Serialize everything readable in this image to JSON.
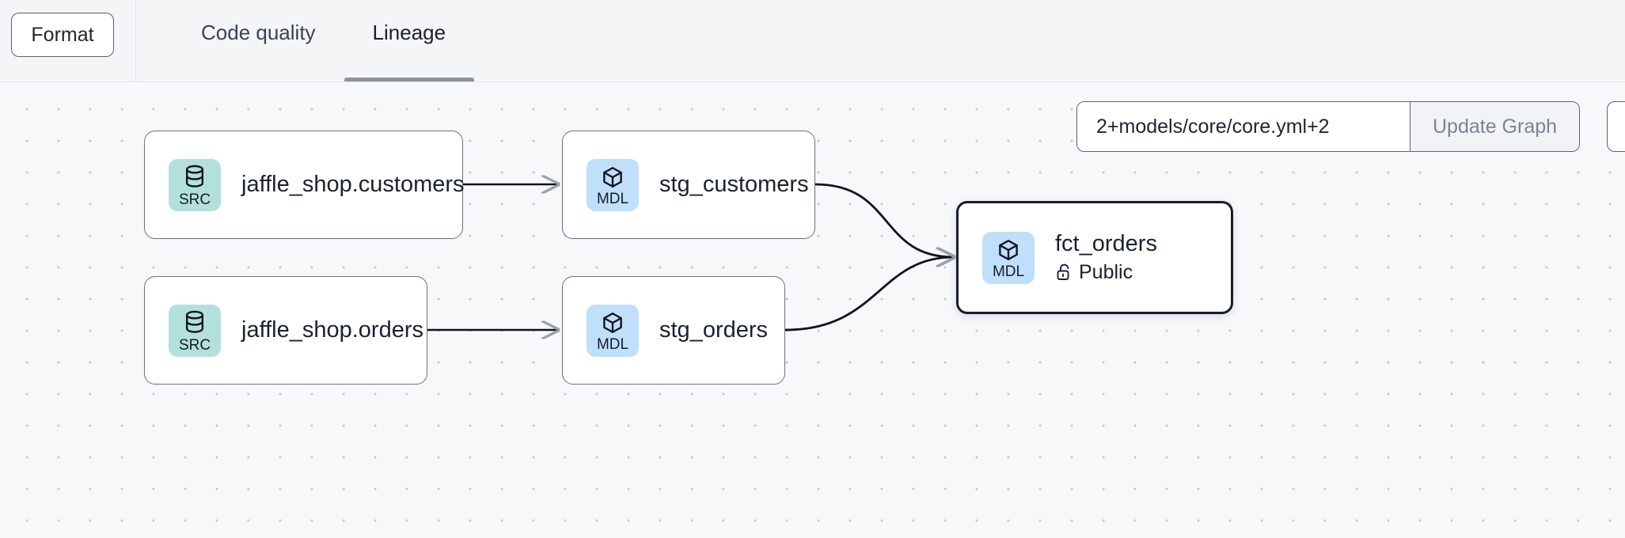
{
  "toolbar": {
    "format_label": "Format",
    "tabs": [
      {
        "label": "Code quality",
        "active": false
      },
      {
        "label": "Lineage",
        "active": true
      }
    ]
  },
  "graph_controls": {
    "selector_value": "2+models/core/core.yml+2",
    "selector_placeholder": "2+models/core/core.yml+2",
    "update_label": "Update Graph"
  },
  "lineage": {
    "nodes": [
      {
        "id": "jaffle_shop_customers",
        "title": "jaffle_shop.customers",
        "badge_label": "SRC",
        "badge_type": "src",
        "badge_icon": "database-icon",
        "subtitle": null,
        "selected": false
      },
      {
        "id": "stg_customers",
        "title": "stg_customers",
        "badge_label": "MDL",
        "badge_type": "mdl",
        "badge_icon": "cube-icon",
        "subtitle": null,
        "selected": false
      },
      {
        "id": "jaffle_shop_orders",
        "title": "jaffle_shop.orders",
        "badge_label": "SRC",
        "badge_type": "src",
        "badge_icon": "database-icon",
        "subtitle": null,
        "selected": false
      },
      {
        "id": "stg_orders",
        "title": "stg_orders",
        "badge_label": "MDL",
        "badge_type": "mdl",
        "badge_icon": "cube-icon",
        "subtitle": null,
        "selected": false
      },
      {
        "id": "fct_orders",
        "title": "fct_orders",
        "badge_label": "MDL",
        "badge_type": "mdl",
        "badge_icon": "cube-icon",
        "subtitle": "Public",
        "subtitle_icon": "unlock-icon",
        "selected": true
      }
    ],
    "edges": [
      {
        "from": "jaffle_shop_customers",
        "to": "stg_customers"
      },
      {
        "from": "jaffle_shop_orders",
        "to": "stg_orders"
      },
      {
        "from": "stg_customers",
        "to": "fct_orders"
      },
      {
        "from": "stg_orders",
        "to": "fct_orders"
      }
    ]
  },
  "colors": {
    "src_badge": "#b3e0dd",
    "mdl_badge": "#bfdffb",
    "canvas": "#f7f8fa",
    "topbar": "#f4f5f7",
    "node_border": "#6b7385",
    "selected_border": "#161d2c",
    "edge": "#111418",
    "tab_underline": "#8b93a3"
  }
}
